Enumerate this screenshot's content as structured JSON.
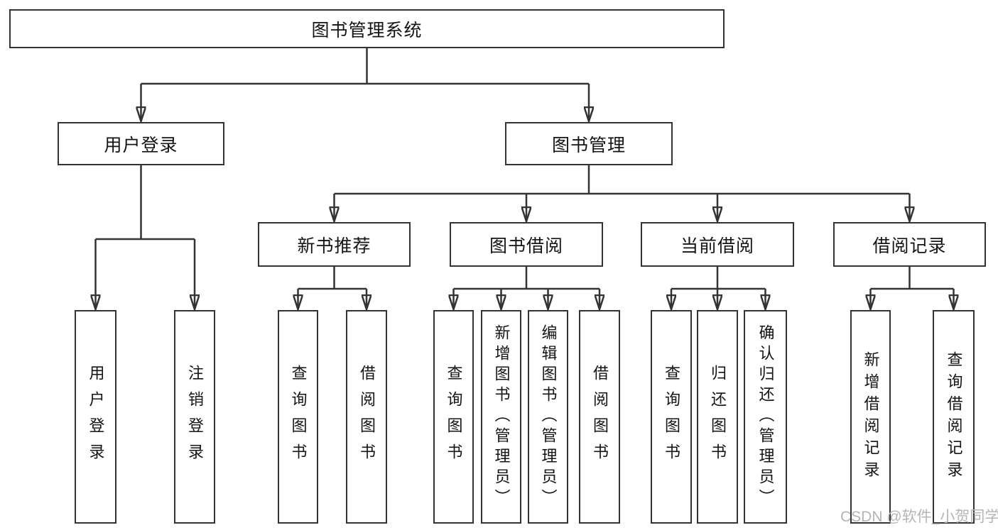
{
  "watermark": {
    "text": "CSDN @软件_小贺同学"
  },
  "colors": {
    "line": "#333333",
    "box_border": "#333333",
    "text": "#141414",
    "watermark": "#b5b5b5",
    "background": "#ffffff"
  },
  "nodes": {
    "root": {
      "label": "图书管理系统"
    },
    "user_login": {
      "label": "用户登录"
    },
    "book_mgmt": {
      "label": "图书管理"
    },
    "new_book_rec": {
      "label": "新书推荐"
    },
    "book_borrow": {
      "label": "图书借阅"
    },
    "current_borrow": {
      "label": "当前借阅"
    },
    "borrow_records": {
      "label": "借阅记录"
    },
    "leaf_user_login": {
      "label": "用户登录"
    },
    "leaf_logout": {
      "label": "注销登录"
    },
    "leaf_nb_query": {
      "label": "查询图书"
    },
    "leaf_nb_borrow": {
      "label": "借阅图书"
    },
    "leaf_bb_query": {
      "label": "查询图书"
    },
    "leaf_bb_add": {
      "label": "新增图书（管理员）"
    },
    "leaf_bb_edit": {
      "label": "编辑图书（管理员）"
    },
    "leaf_bb_borrow": {
      "label": "借阅图书"
    },
    "leaf_cb_query": {
      "label": "查询图书"
    },
    "leaf_cb_return": {
      "label": "归还图书"
    },
    "leaf_cb_confirm": {
      "label": "确认归还（管理员）"
    },
    "leaf_br_add": {
      "label": "新增借阅记录"
    },
    "leaf_br_query": {
      "label": "查询借阅记录"
    }
  },
  "hierarchy": {
    "图书管理系统": {
      "用户登录": [
        "用户登录",
        "注销登录"
      ],
      "图书管理": {
        "新书推荐": [
          "查询图书",
          "借阅图书"
        ],
        "图书借阅": [
          "查询图书",
          "新增图书（管理员）",
          "编辑图书（管理员）",
          "借阅图书"
        ],
        "当前借阅": [
          "查询图书",
          "归还图书",
          "确认归还（管理员）"
        ],
        "借阅记录": [
          "新增借阅记录",
          "查询借阅记录"
        ]
      }
    }
  }
}
